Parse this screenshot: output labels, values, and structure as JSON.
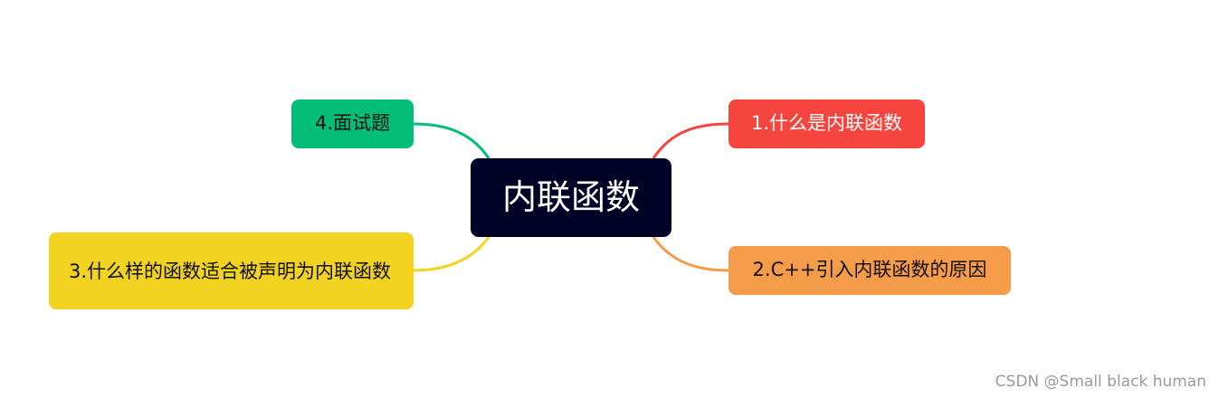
{
  "central_topic": "内联函数",
  "branches": [
    {
      "label": "1.什么是内联函数",
      "color": "#f6453e"
    },
    {
      "label": "2.C++引入内联函数的原因",
      "color": "#f59c4a"
    },
    {
      "label": "3.什么样的函数适合被声明为内联函数",
      "color": "#f2d321"
    },
    {
      "label": "4.面试题",
      "color": "#04bd78"
    }
  ],
  "watermark": "CSDN @Small black human"
}
